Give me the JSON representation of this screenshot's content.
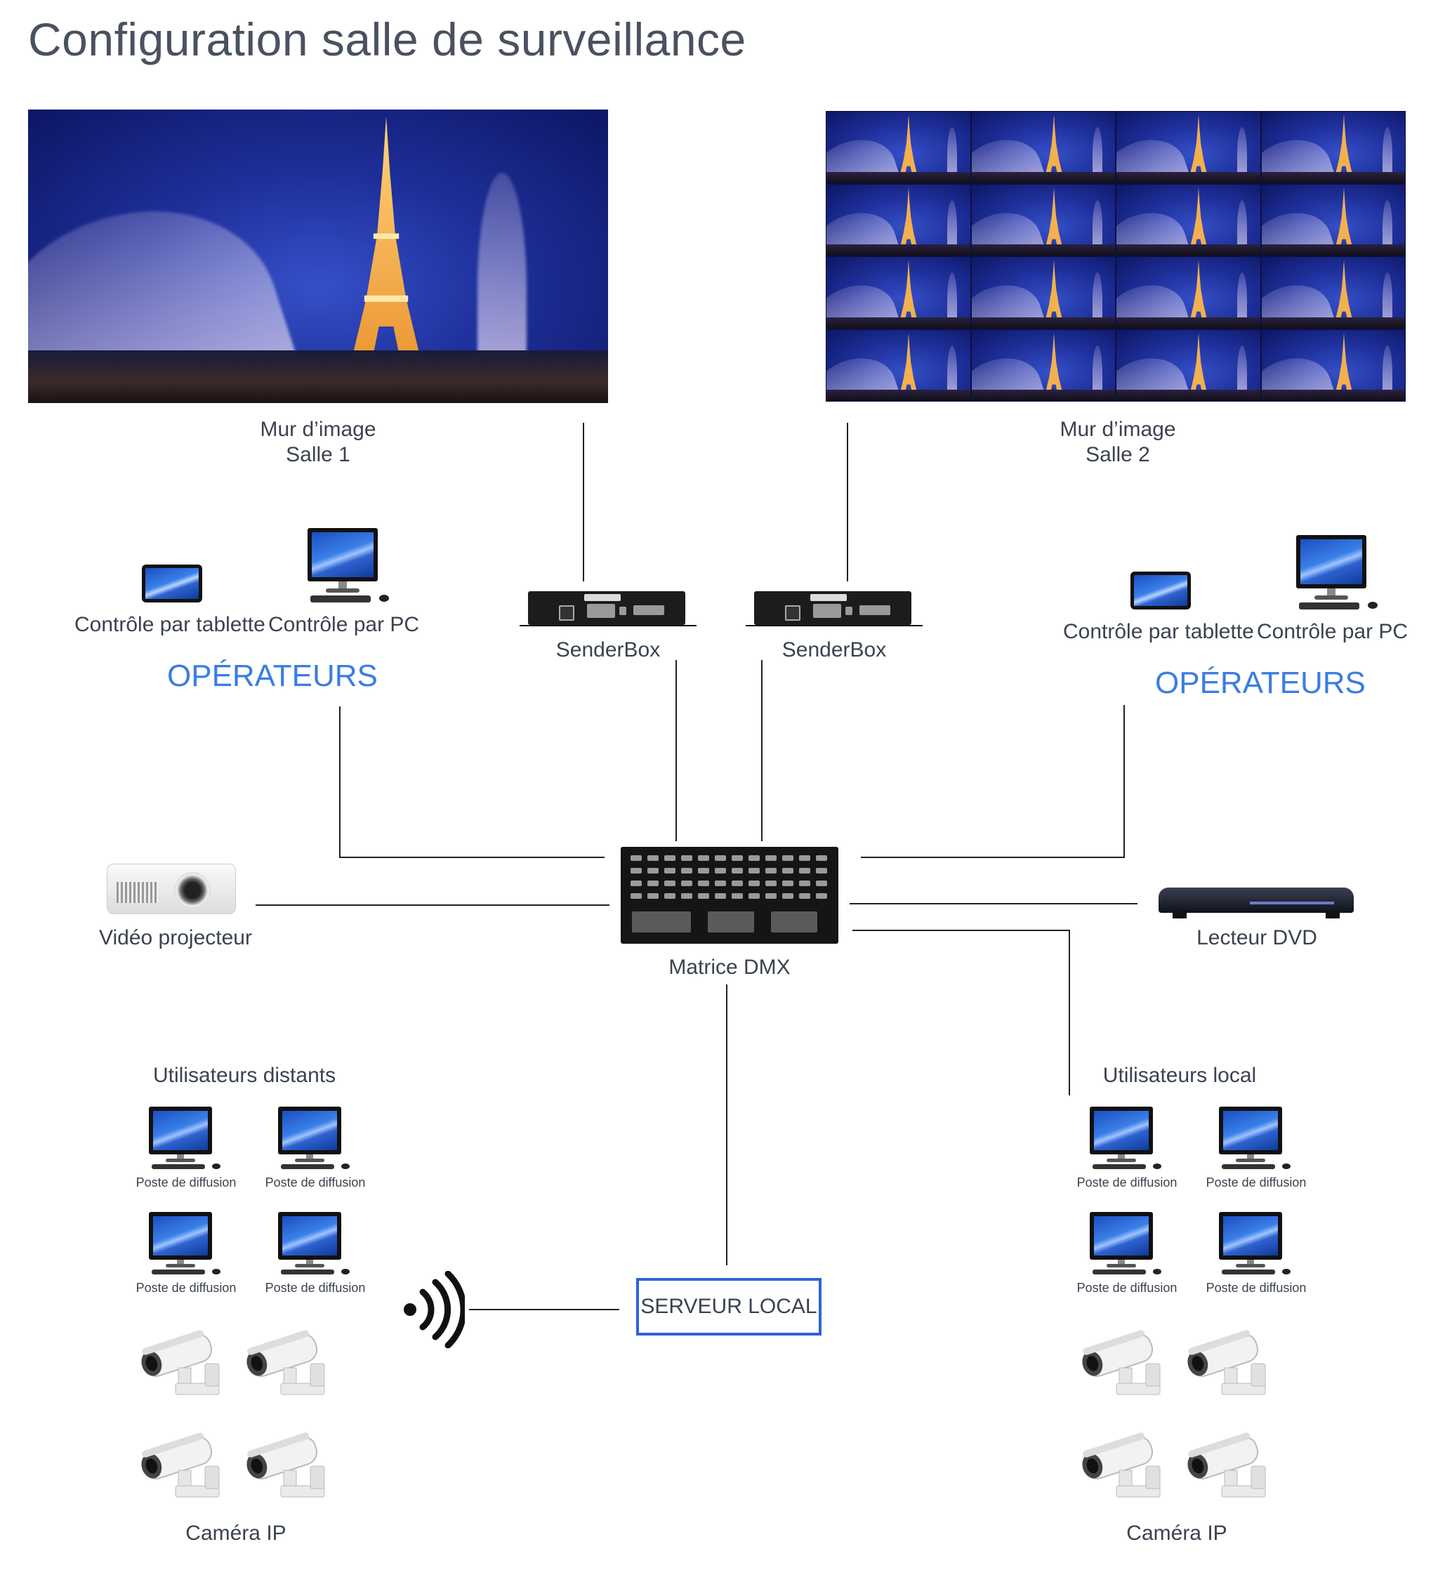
{
  "title": "Configuration salle de surveillance",
  "wall1": {
    "line1": "Mur d’image",
    "line2": "Salle 1"
  },
  "wall2": {
    "line1": "Mur d’image",
    "line2": "Salle 2"
  },
  "left_operators": {
    "tablet_label": "Contrôle par tablette",
    "pc_label": "Contrôle par PC",
    "heading": "OPÉRATEURS"
  },
  "right_operators": {
    "tablet_label": "Contrôle par tablette",
    "pc_label": "Contrôle par PC",
    "heading": "OPÉRATEURS"
  },
  "senderbox_left": "SenderBox",
  "senderbox_right": "SenderBox",
  "matrix": "Matrice DMX",
  "projector": "Vidéo projecteur",
  "dvd": "Lecteur DVD",
  "remote_users": {
    "heading": "Utilisateurs distants",
    "stations": [
      "Poste de diffusion",
      "Poste de diffusion",
      "Poste de diffusion",
      "Poste de diffusion"
    ],
    "camera_label": "Caméra IP"
  },
  "local_users": {
    "heading": "Utilisateurs local",
    "stations": [
      "Poste de diffusion",
      "Poste de diffusion",
      "Poste de diffusion",
      "Poste de diffusion"
    ],
    "camera_label": "Caméra IP"
  },
  "server": "SERVEUR LOCAL",
  "colors": {
    "accent": "#3b7de0",
    "server_border": "#2f62d8",
    "line": "#222222",
    "text": "#3b4250"
  },
  "icons": [
    "videowall-photo",
    "tablet-icon",
    "pc-monitor-icon",
    "senderbox-device",
    "matrix-device",
    "projector-icon",
    "dvd-player-icon",
    "wifi-icon",
    "ip-camera-icon"
  ]
}
